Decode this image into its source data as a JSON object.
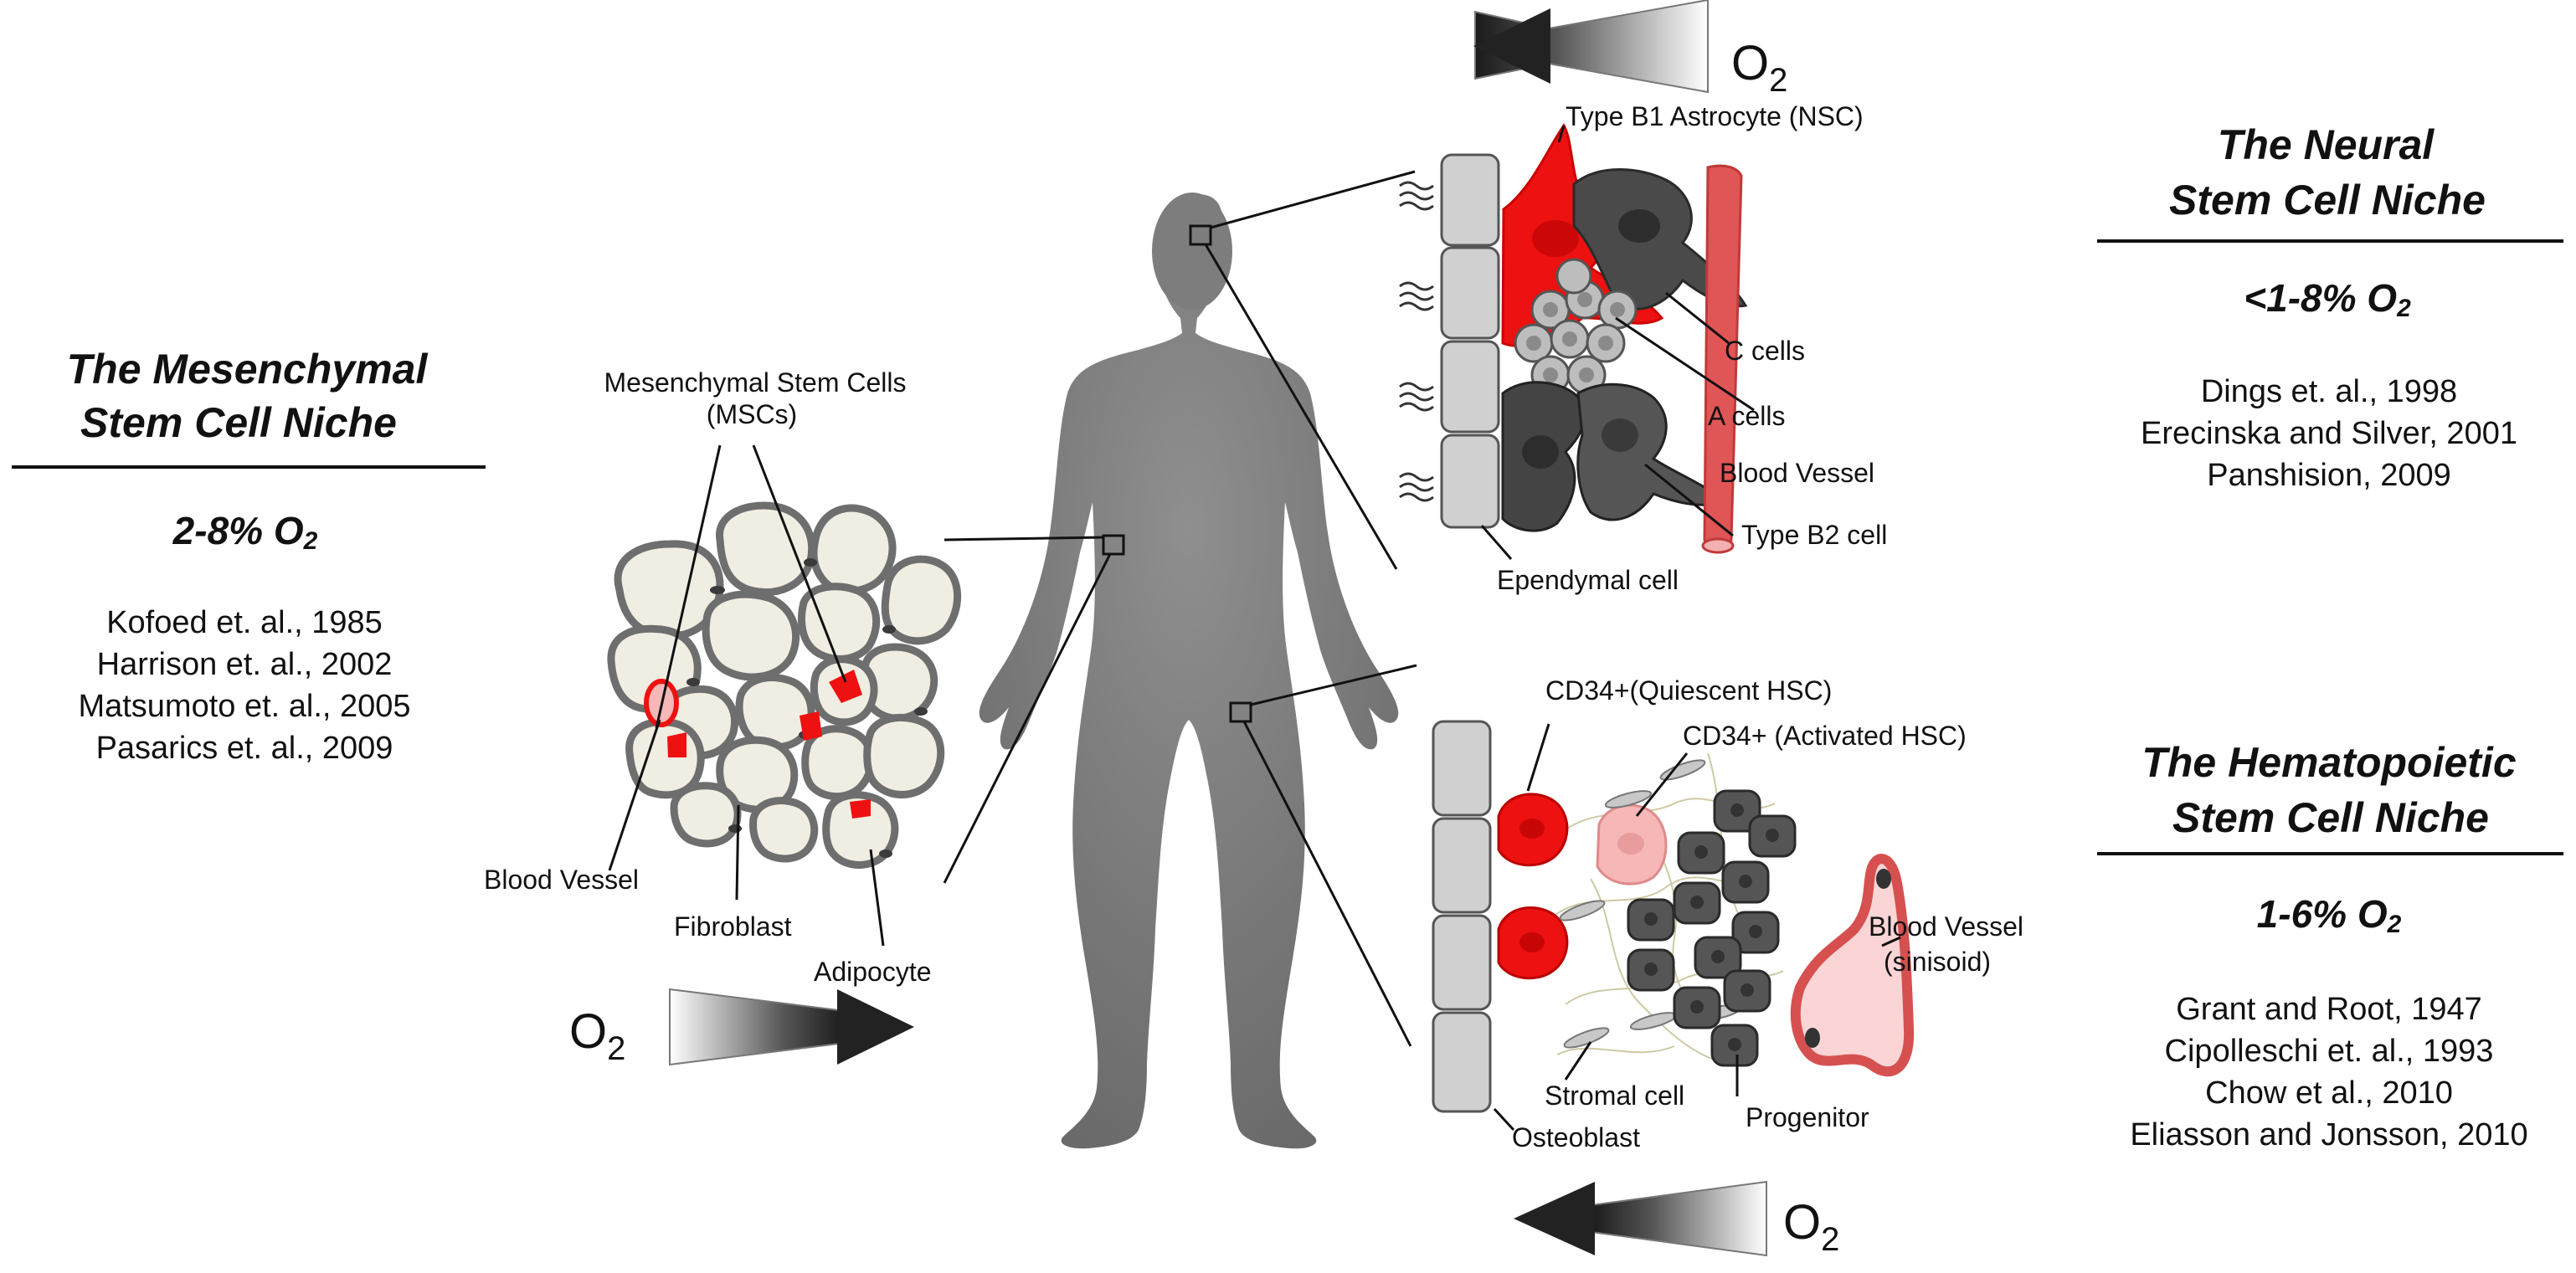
{
  "mesenchymal": {
    "title_line1": "The Mesenchymal",
    "title_line2": "Stem Cell Niche",
    "oxygen_value": "2-8% O",
    "oxygen_sub": "2",
    "references": [
      "Kofoed et. al., 1985",
      "Harrison et. al., 2002",
      "Matsumoto et. al., 2005",
      "Pasarics et. al., 2009"
    ]
  },
  "neural": {
    "title_line1": "The Neural",
    "title_line2": "Stem Cell Niche",
    "oxygen_value": "<1-8% O",
    "oxygen_sub": "2",
    "references": [
      "Dings et. al., 1998",
      "Erecinska and Silver, 2001",
      "Panshision, 2009"
    ]
  },
  "hematopoietic": {
    "title_line1": "The Hematopoietic",
    "title_line2": "Stem Cell Niche",
    "oxygen_value": "1-6% O",
    "oxygen_sub": "2",
    "references": [
      "Grant and Root, 1947",
      "Cipolleschi et. al., 1993",
      "Chow et al., 2010",
      "Eliasson and Jonsson, 2010"
    ]
  },
  "labels": {
    "msc_line1": "Mesenchymal Stem Cells",
    "msc_line2": "(MSCs)",
    "blood_vessel_left": "Blood Vessel",
    "fibroblast": "Fibroblast",
    "adipocyte": "Adipocyte",
    "type_b1": "Type B1 Astrocyte (NSC)",
    "c_cells": "C cells",
    "a_cells": "A cells",
    "blood_vessel_neural": "Blood Vessel",
    "type_b2": "Type B2 cell",
    "ependymal": "Ependymal cell",
    "cd34_quiescent": "CD34+(Quiescent HSC)",
    "cd34_activated": "CD34+ (Activated HSC)",
    "blood_vessel_hsc_line1": "Blood Vessel",
    "blood_vessel_hsc_line2": "(sinisoid)",
    "stromal": "Stromal cell",
    "progenitor": "Progenitor",
    "osteoblast": "Osteoblast"
  },
  "oxygen_arrows": {
    "symbol": "O",
    "sub": "2"
  },
  "colors": {
    "stem_red": "#ee1111",
    "pale_red": "#f6b7b7",
    "dark_cell": "#4a4a4a",
    "body_gray": "#808080",
    "fat_cell": "#f0ede2",
    "vessel_red": "#e05555"
  }
}
